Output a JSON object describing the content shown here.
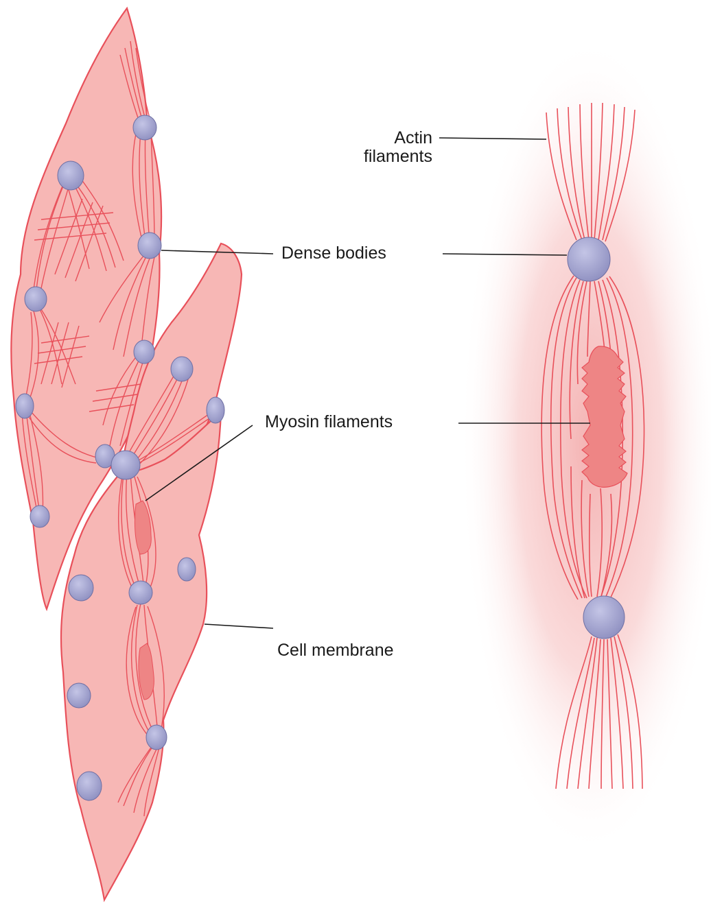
{
  "labels": {
    "actin_line1": "Actin",
    "actin_line2": "filaments",
    "dense_bodies": "Dense bodies",
    "myosin_filaments": "Myosin filaments",
    "cell_membrane": "Cell membrane"
  },
  "colors": {
    "cell_fill": "#f7b7b5",
    "membrane_stroke": "#e8505a",
    "filament": "#e8505a",
    "dense_body": "#9b9cc9",
    "dense_body_edge": "#6e6fa3",
    "myosin": "#ee8585",
    "glow": "#f2a4a4",
    "leader_line": "#1a1a1a"
  }
}
